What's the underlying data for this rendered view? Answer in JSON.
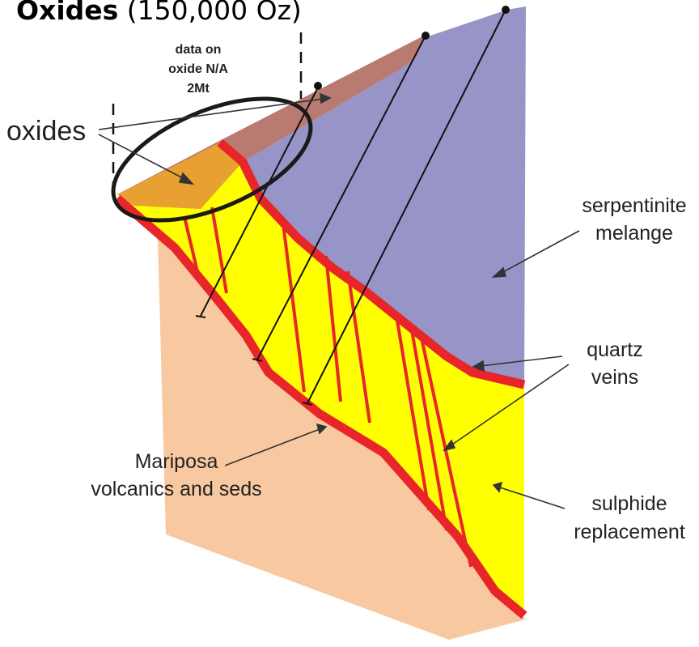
{
  "header": {
    "title_bold": "Oxides",
    "title_rest": " (150,000 Oz)"
  },
  "annotations": {
    "data_note": [
      "data on",
      "oxide N/A",
      "2Mt"
    ],
    "oxides_label": "oxides",
    "serpentinite": [
      "serpentinite",
      "melange"
    ],
    "quartz": [
      "quartz",
      "veins"
    ],
    "mariposa": [
      "Mariposa",
      "volcanics and seds"
    ],
    "sulphide": [
      "sulphide",
      "replacement"
    ]
  },
  "colors": {
    "serpentinite": "#9794c8",
    "sulphide": "#ffff00",
    "mariposa": "#f8c9a0",
    "oxide": "#e8a030",
    "oxide_band": "#b97a72",
    "vein_red": "#e8262a",
    "ellipse": "#1a1a1a"
  }
}
